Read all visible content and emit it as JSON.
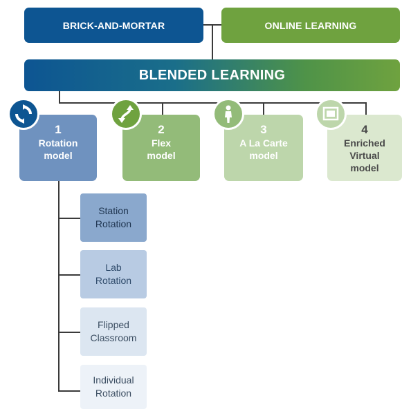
{
  "top": {
    "brick_label": "BRICK-AND-MORTAR",
    "online_label": "ONLINE LEARNING"
  },
  "blended_label": "BLENDED LEARNING",
  "models": [
    {
      "number": "1",
      "line1": "Rotation",
      "line2": "model",
      "line3": "",
      "icon": "rotation-arrows-icon"
    },
    {
      "number": "2",
      "line1": "Flex",
      "line2": "model",
      "line3": "",
      "icon": "flex-arrow-icon"
    },
    {
      "number": "3",
      "line1": "A La Carte",
      "line2": "model",
      "line3": "",
      "icon": "person-icon"
    },
    {
      "number": "4",
      "line1": "Enriched",
      "line2": "Virtual",
      "line3": "model",
      "icon": "screen-icon"
    }
  ],
  "rotation_types": [
    {
      "line1": "Station",
      "line2": "Rotation"
    },
    {
      "line1": "Lab",
      "line2": "Rotation"
    },
    {
      "line1": "Flipped",
      "line2": "Classroom"
    },
    {
      "line1": "Individual",
      "line2": "Rotation"
    }
  ],
  "colors": {
    "brick": "#0d5592",
    "online": "#6fa23f",
    "connector": "#3a3a3a"
  }
}
